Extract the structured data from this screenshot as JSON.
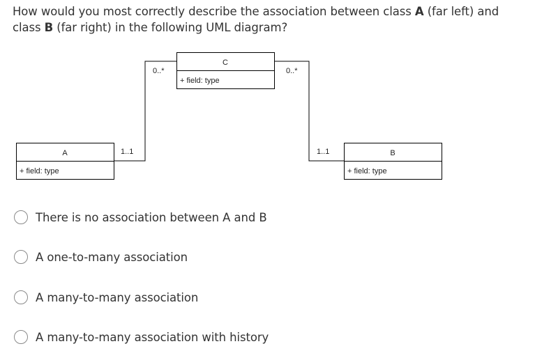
{
  "question": {
    "part1": "How would you most correctly describe the association between class ",
    "class_a": "A",
    "part2": " (far left) and class ",
    "class_b": "B",
    "part3": " (far right) in the following UML diagram?"
  },
  "diagram": {
    "class_c": {
      "name": "C",
      "field": "+ field: type"
    },
    "class_a": {
      "name": "A",
      "field": "+ field: type"
    },
    "class_b": {
      "name": "B",
      "field": "+ field: type"
    },
    "multiplicities": {
      "c_left": "0..*",
      "c_right": "0..*",
      "a_end": "1..1",
      "b_end": "1..1"
    }
  },
  "options": [
    {
      "label": "There is no association between A and B"
    },
    {
      "label": "A one-to-many association"
    },
    {
      "label": "A many-to-many association"
    },
    {
      "label": "A many-to-many association with history"
    }
  ]
}
